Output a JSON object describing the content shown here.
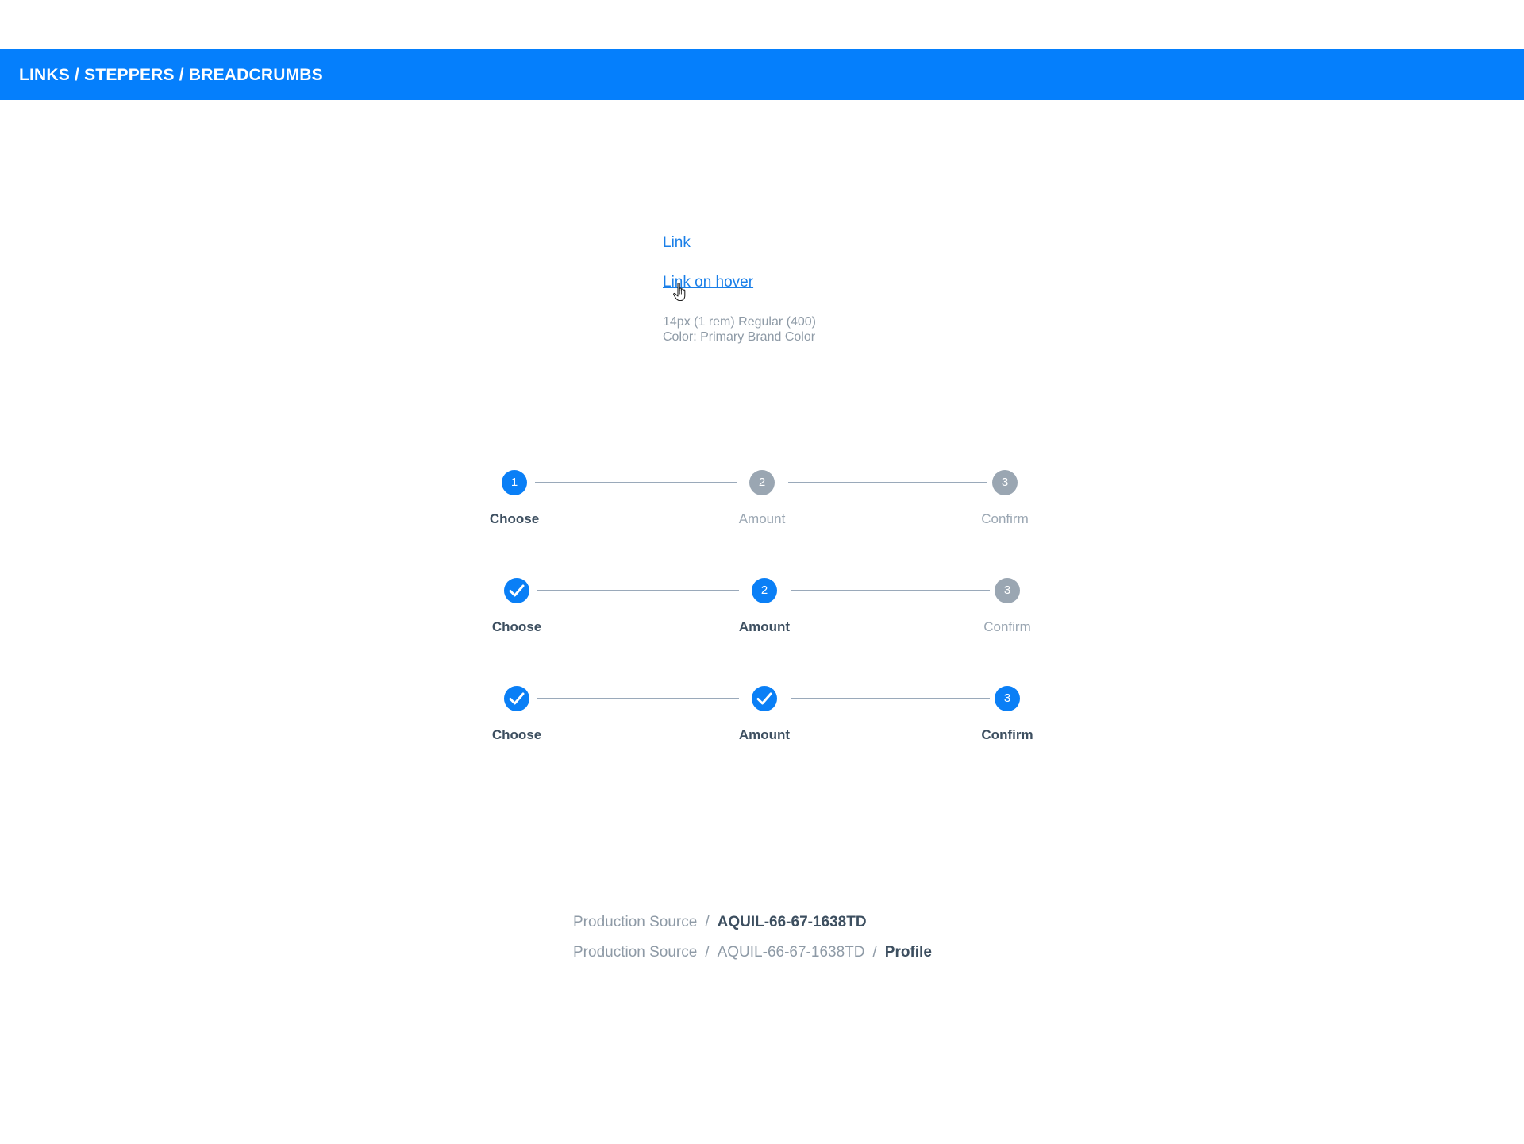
{
  "header": {
    "title": "LINKS / STEPPERS / BREADCRUMBS",
    "background": "#057ffc"
  },
  "links": {
    "link_label": "Link",
    "hover_label": "Link on hover",
    "spec_line1": "14px (1 rem) Regular (400)",
    "spec_line2": "Color: Primary Brand Color",
    "cursor_icon": "hand-pointer-icon"
  },
  "steppers": [
    {
      "steps": [
        {
          "number": "1",
          "label": "Choose",
          "state": "active"
        },
        {
          "number": "2",
          "label": "Amount",
          "state": "inactive"
        },
        {
          "number": "3",
          "label": "Confirm",
          "state": "inactive"
        }
      ]
    },
    {
      "steps": [
        {
          "number": "1",
          "label": "Choose",
          "state": "done"
        },
        {
          "number": "2",
          "label": "Amount",
          "state": "active"
        },
        {
          "number": "3",
          "label": "Confirm",
          "state": "inactive"
        }
      ]
    },
    {
      "steps": [
        {
          "number": "1",
          "label": "Choose",
          "state": "done"
        },
        {
          "number": "2",
          "label": "Amount",
          "state": "done"
        },
        {
          "number": "3",
          "label": "Confirm",
          "state": "active"
        }
      ]
    }
  ],
  "breadcrumbs": [
    {
      "items": [
        "Production Source",
        "AQUIL-66-67-1638TD"
      ]
    },
    {
      "items": [
        "Production Source",
        "AQUIL-66-67-1638TD",
        "Profile"
      ]
    }
  ],
  "separator": "/",
  "colors": {
    "primary": "#0a7ff6",
    "inactive_step": "#9aa6b2",
    "text_dark": "#3d4f60",
    "text_muted": "#8e9aa6",
    "line": "#9aa9ba"
  }
}
